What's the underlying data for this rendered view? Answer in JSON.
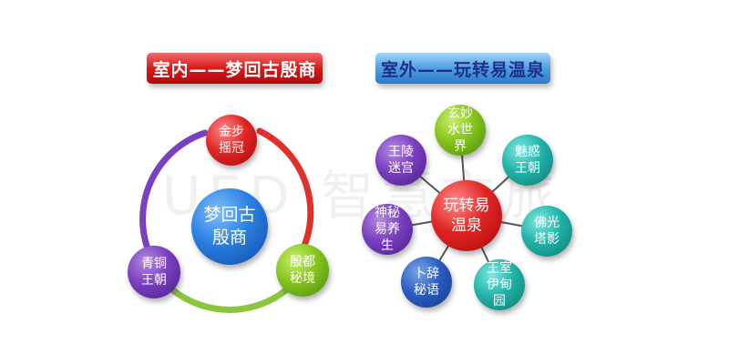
{
  "watermark": "UED 智慧文旅",
  "left_diagram": {
    "banner": "室内——梦回古殷商",
    "center": "梦回古殷商",
    "nodes": [
      {
        "label": "金步摇冠"
      },
      {
        "label": "殷都秘境"
      },
      {
        "label": "青铜王朝"
      }
    ]
  },
  "right_diagram": {
    "banner": "室外——玩转易温泉",
    "center": "玩转易温泉",
    "nodes": [
      {
        "label": "玄妙水世界"
      },
      {
        "label": "魅惑王朝"
      },
      {
        "label": "佛光塔影"
      },
      {
        "label": "王室伊甸园"
      },
      {
        "label": "卜辞秘语"
      },
      {
        "label": "神秘易养生"
      },
      {
        "label": "王陵迷宫"
      }
    ]
  },
  "colors": {
    "banner_red": "#d81a1a",
    "banner_blue": "#4f9fe0",
    "ring_red": "#e0302a",
    "ring_green": "#8cc63f",
    "ring_purple": "#7b3fbf",
    "spoke": "#555555"
  }
}
